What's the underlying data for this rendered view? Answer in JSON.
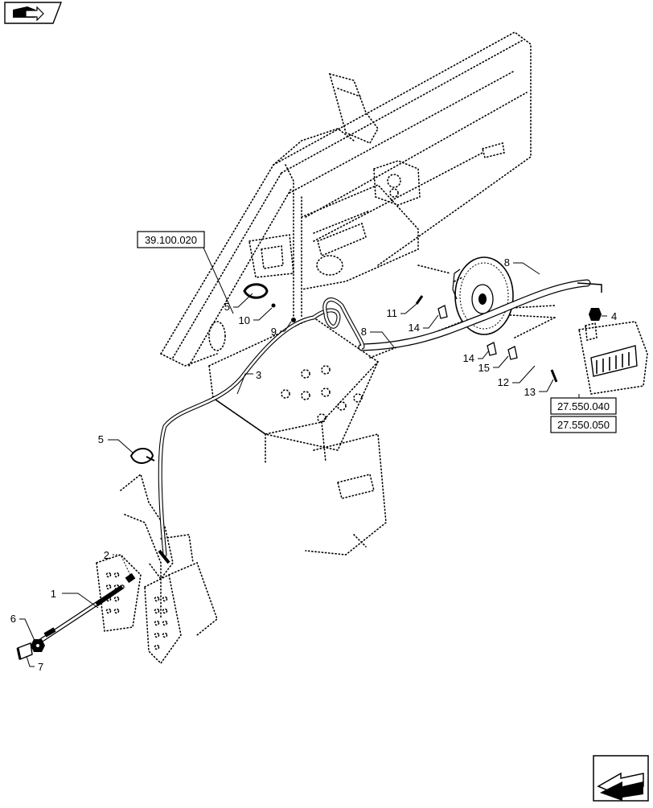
{
  "callouts": {
    "c1": "1",
    "c2": "2",
    "c3": "3",
    "c4": "4",
    "c5a": "5",
    "c5b": "5",
    "c6": "6",
    "c7": "7",
    "c8a": "8",
    "c8b": "8",
    "c9": "9",
    "c10": "10",
    "c11": "11",
    "c12": "12",
    "c13": "13",
    "c14a": "14",
    "c14b": "14",
    "c15": "15"
  },
  "references": {
    "r1": "39.100.020",
    "r2": "27.550.040",
    "r3": "27.550.050"
  },
  "icons": {
    "top_left": "book-navigation-icon",
    "bottom_right": "next-page-arrow-icon"
  }
}
